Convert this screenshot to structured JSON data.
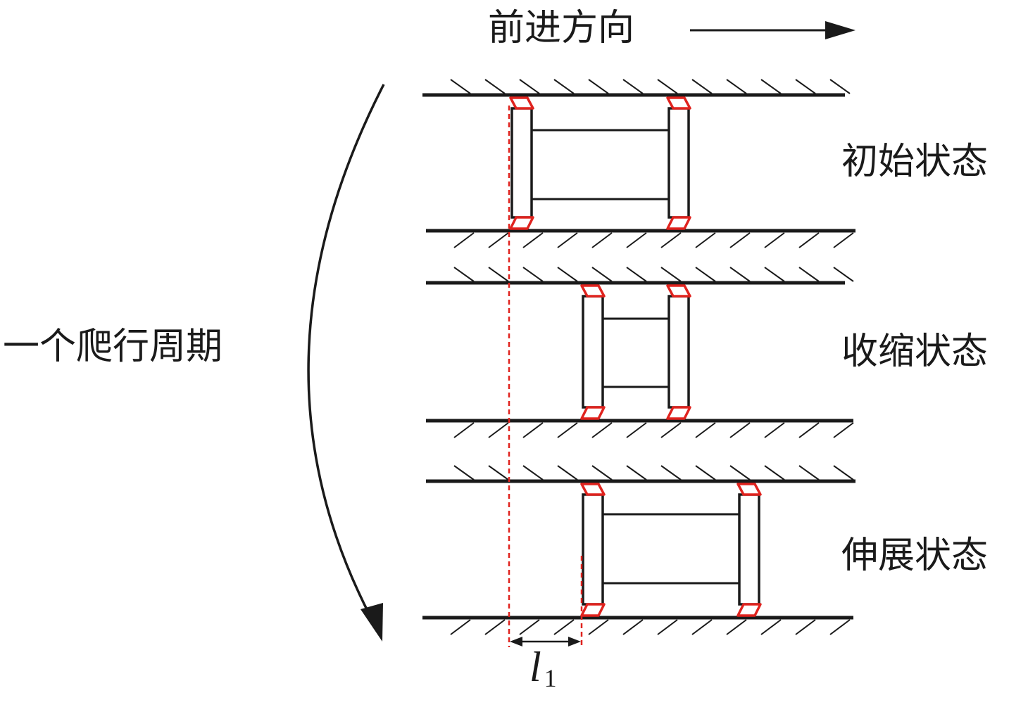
{
  "direction_label": "前进方向",
  "cycle_label": "一个爬行周期",
  "states": [
    {
      "label": "初始状态"
    },
    {
      "label": "收缩状态"
    },
    {
      "label": "伸展状态"
    }
  ],
  "displacement": {
    "symbol": "l",
    "subscript": "1"
  },
  "colors": {
    "line": "#1a1a1a",
    "foot": "#e0231e",
    "guide": "#e0231e"
  }
}
